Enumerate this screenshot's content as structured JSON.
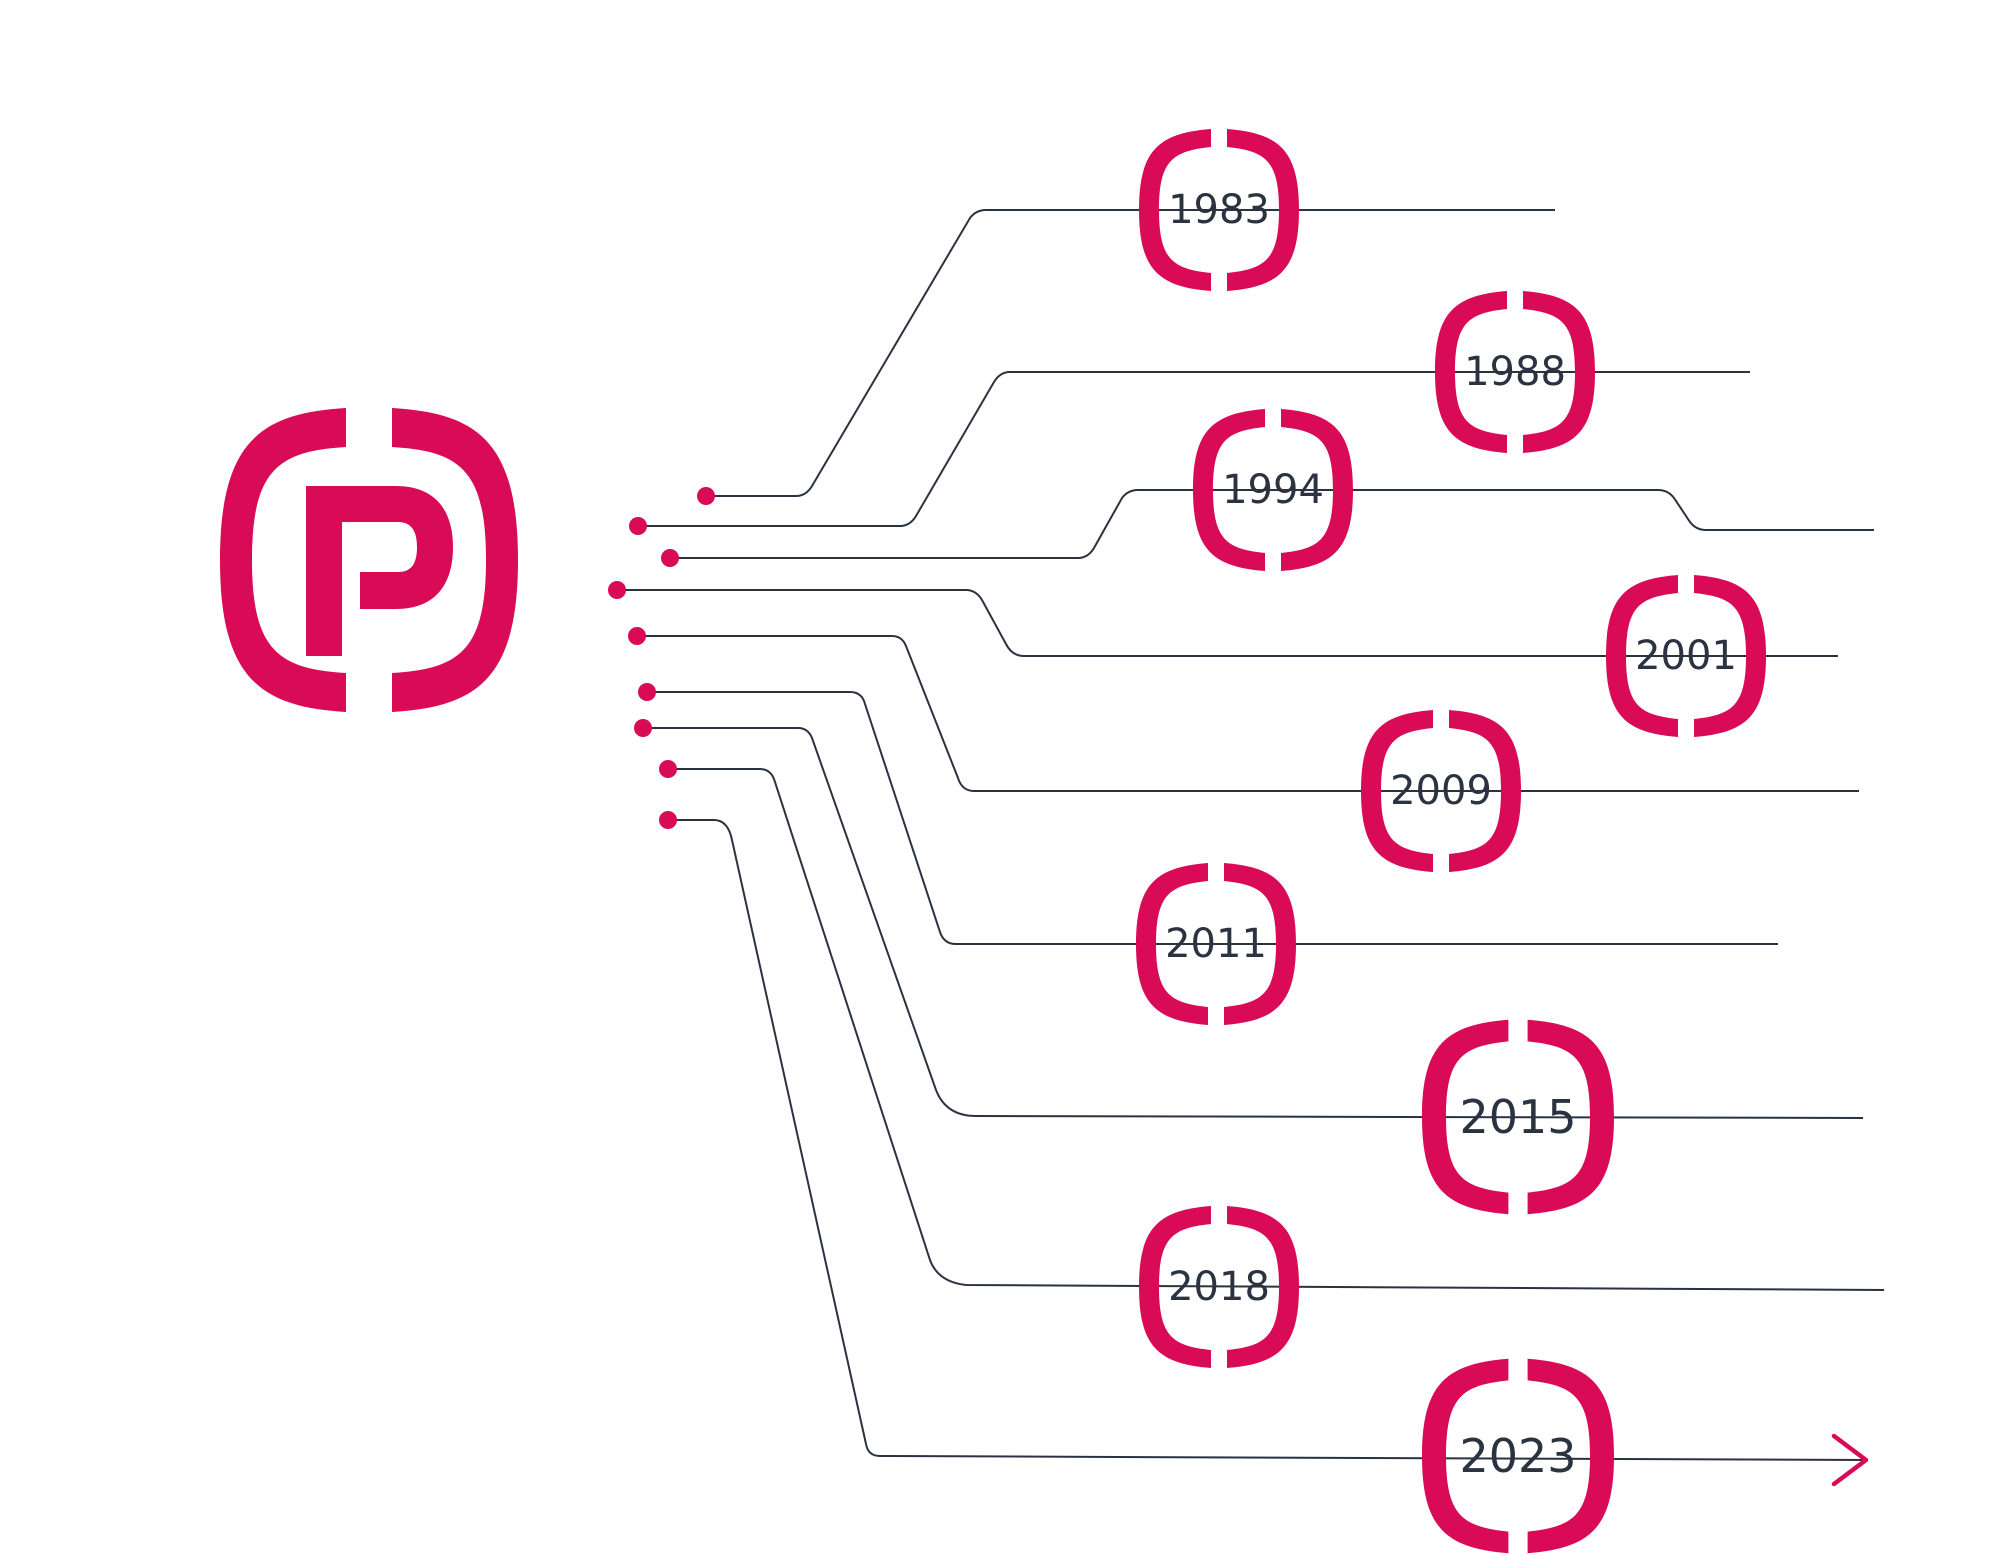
{
  "logo": {
    "icon": "p-bracket-logo-icon",
    "color": "#d90b57"
  },
  "colors": {
    "accent": "#d90b57",
    "line": "#2b3340",
    "text": "#2b3340"
  },
  "timeline": {
    "milestones": [
      {
        "year": "1983"
      },
      {
        "year": "1988"
      },
      {
        "year": "1994"
      },
      {
        "year": "2001"
      },
      {
        "year": "2009"
      },
      {
        "year": "2011"
      },
      {
        "year": "2015"
      },
      {
        "year": "2018"
      },
      {
        "year": "2023"
      }
    ],
    "end_icon": "arrow-right-icon"
  }
}
